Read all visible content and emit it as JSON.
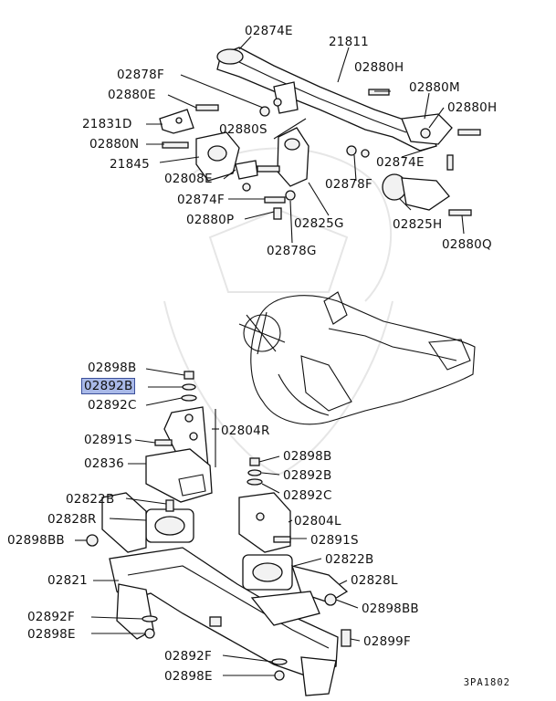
{
  "diagram": {
    "code": "3PA1802",
    "selected_part": "02892B",
    "top_group": [
      {
        "id": "02874E_a",
        "text": "02874E"
      },
      {
        "id": "21811",
        "text": "21811"
      },
      {
        "id": "02878F_a",
        "text": "02878F"
      },
      {
        "id": "02880H_a",
        "text": "02880H"
      },
      {
        "id": "02880E",
        "text": "02880E"
      },
      {
        "id": "02880M",
        "text": "02880M"
      },
      {
        "id": "02880H_b",
        "text": "02880H"
      },
      {
        "id": "21831D",
        "text": "21831D"
      },
      {
        "id": "02880S",
        "text": "02880S"
      },
      {
        "id": "02880N",
        "text": "02880N"
      },
      {
        "id": "02874E_b",
        "text": "02874E"
      },
      {
        "id": "21845",
        "text": "21845"
      },
      {
        "id": "02808E",
        "text": "02808E"
      },
      {
        "id": "02878F_b",
        "text": "02878F"
      },
      {
        "id": "02874F",
        "text": "02874F"
      },
      {
        "id": "02880P",
        "text": "02880P"
      },
      {
        "id": "02825G",
        "text": "02825G"
      },
      {
        "id": "02825H",
        "text": "02825H"
      },
      {
        "id": "02878G",
        "text": "02878G"
      },
      {
        "id": "02880Q",
        "text": "02880Q"
      }
    ],
    "bottom_group": [
      {
        "id": "02898B_a",
        "text": "02898B"
      },
      {
        "id": "02892B_a",
        "text": "02892B"
      },
      {
        "id": "02892C_a",
        "text": "02892C"
      },
      {
        "id": "02804R",
        "text": "02804R"
      },
      {
        "id": "02891S_a",
        "text": "02891S"
      },
      {
        "id": "02836",
        "text": "02836"
      },
      {
        "id": "02898B_b",
        "text": "02898B"
      },
      {
        "id": "02892B_b",
        "text": "02892B"
      },
      {
        "id": "02822B_a",
        "text": "02822B"
      },
      {
        "id": "02892C_b",
        "text": "02892C"
      },
      {
        "id": "02828R",
        "text": "02828R"
      },
      {
        "id": "02804L",
        "text": "02804L"
      },
      {
        "id": "02898BB_a",
        "text": "02898BB"
      },
      {
        "id": "02891S_b",
        "text": "02891S"
      },
      {
        "id": "02822B_b",
        "text": "02822B"
      },
      {
        "id": "02821",
        "text": "02821"
      },
      {
        "id": "02828L",
        "text": "02828L"
      },
      {
        "id": "02898BB_b",
        "text": "02898BB"
      },
      {
        "id": "02892F_a",
        "text": "02892F"
      },
      {
        "id": "02898E_a",
        "text": "02898E"
      },
      {
        "id": "02899F",
        "text": "02899F"
      },
      {
        "id": "02892F_b",
        "text": "02892F"
      },
      {
        "id": "02898E_b",
        "text": "02898E"
      }
    ]
  }
}
